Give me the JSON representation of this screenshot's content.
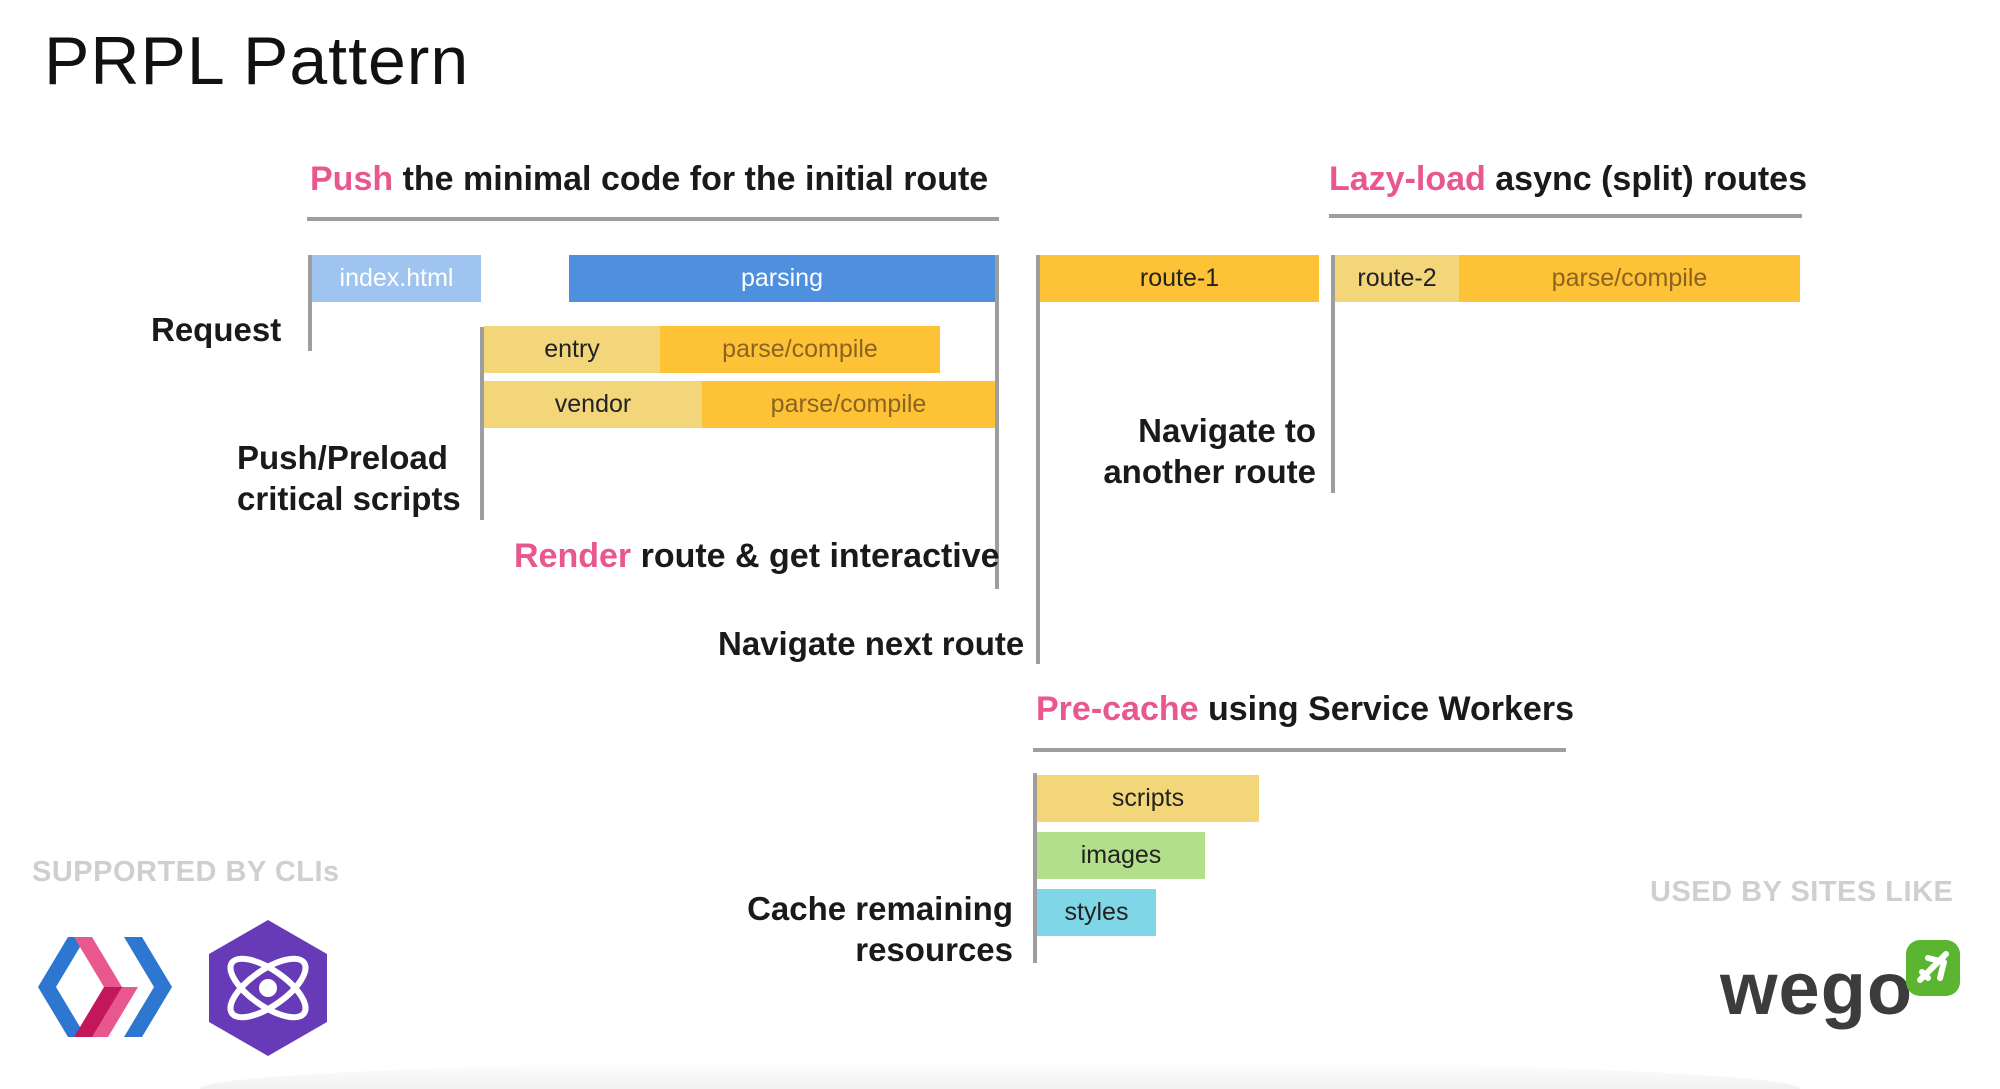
{
  "title": "PRPL Pattern",
  "sections": {
    "push": {
      "accent": "Push",
      "rest": " the minimal code for the initial route"
    },
    "lazy": {
      "accent": "Lazy-load",
      "rest": " async (split) routes"
    },
    "render": {
      "accent": "Render",
      "rest": " route & get interactive"
    },
    "precache": {
      "accent": "Pre-cache",
      "rest": " using Service Workers"
    }
  },
  "labels": {
    "request": "Request",
    "push_preload_1": "Push/Preload",
    "push_preload_2": "critical scripts",
    "navigate_next": "Navigate next route",
    "navigate_another_1": "Navigate to",
    "navigate_another_2": "another route",
    "cache_remaining_1": "Cache remaining",
    "cache_remaining_2": "resources"
  },
  "bars": {
    "index_html": "index.html",
    "parsing": "parsing",
    "entry": "entry",
    "entry_parse": "parse/compile",
    "vendor": "vendor",
    "vendor_parse": "parse/compile",
    "route1": "route-1",
    "route2": "route-2",
    "route2_parse": "parse/compile",
    "scripts": "scripts",
    "images": "images",
    "styles": "styles"
  },
  "footer": {
    "supported_by": "SUPPORTED BY CLIs",
    "used_by": "USED BY SITES LIKE",
    "wego": "wego"
  },
  "colors": {
    "accent": "#e8578d",
    "light_blue": "#9fc4ef",
    "blue": "#4f90de",
    "pale_yellow": "#f3d679",
    "yellow": "#fec236",
    "green": "#b2df8a",
    "cyan": "#7fd6e6",
    "grey_line": "#9e9e9e"
  },
  "icons": [
    "polymer-logo-icon",
    "preact-atom-logo-icon",
    "wego-plane-icon"
  ]
}
